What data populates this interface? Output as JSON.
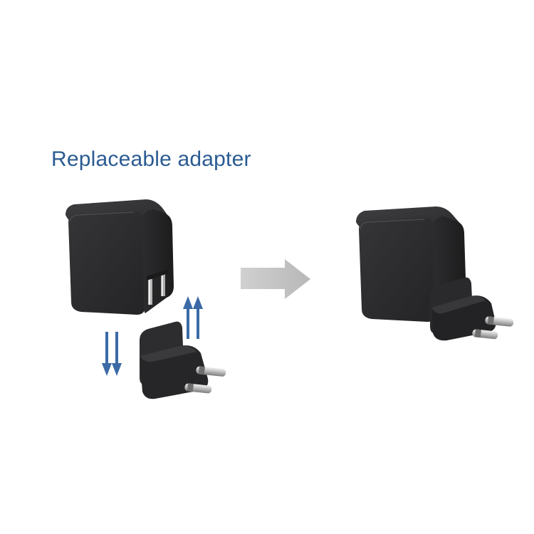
{
  "heading": {
    "text": "Replaceable adapter",
    "color": "#2a5b92"
  },
  "colors": {
    "body_dark": "#2b2b2d",
    "body_mid": "#3a3a3c",
    "body_edge": "#1a1a1b",
    "arrow_blue": "#3b6aa6",
    "arrow_grey": "#c4c4c4",
    "pin_silver": "#d8d8d8"
  },
  "illustration": {
    "left_group": "adapter-with-detached-eu-plug",
    "transition": "right-arrow",
    "right_group": "adapter-with-attached-eu-plug"
  }
}
